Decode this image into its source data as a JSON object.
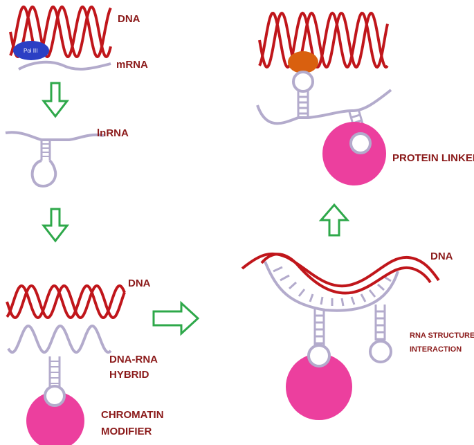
{
  "labels": {
    "dna_top": "DNA",
    "pol": "Pol III",
    "mrna": "mRNA",
    "lnrna": "lnRNA",
    "dna_hybrid": "DNA",
    "hybrid_line1": "DNA-RNA",
    "hybrid_line2": "HYBRID",
    "chromatin_line1": "CHROMATIN",
    "chromatin_line2": "MODIFIER",
    "dna_structure": "DNA",
    "rna_struct_line1": "RNA STRUCTURE",
    "rna_struct_line2": "INTERACTION",
    "protein_linker": "PROTEIN LINKER"
  },
  "colors": {
    "dna": "#c0161b",
    "rna": "#b3abcc",
    "protein": "#ec3f9e",
    "pol": "#2b3fc4",
    "arrow": "#2ea84a",
    "tether": "#d9600f",
    "label": "#8b1a1a"
  }
}
